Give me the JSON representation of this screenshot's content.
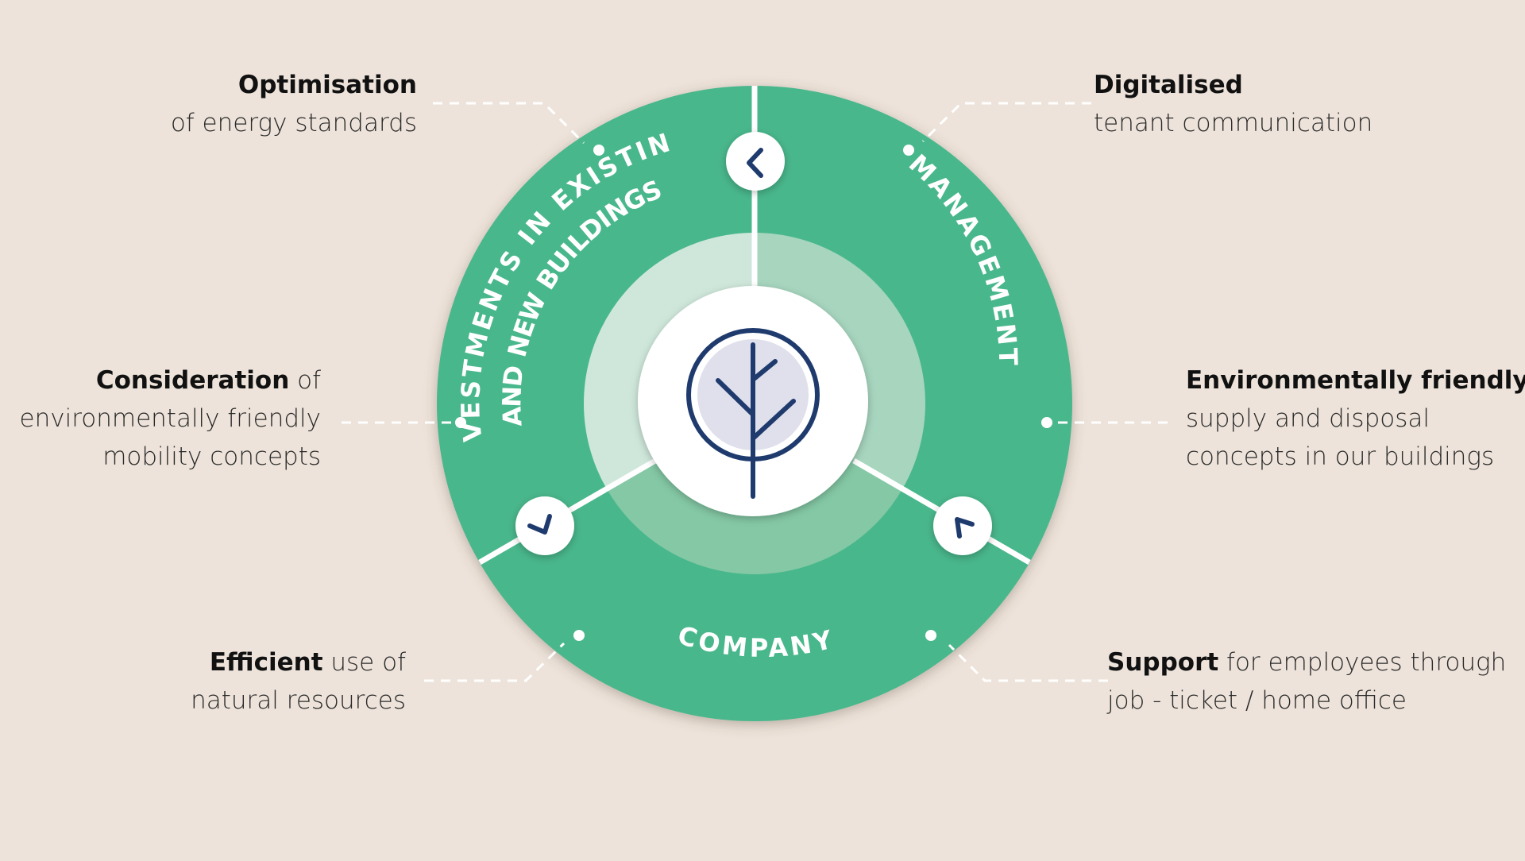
{
  "segments": {
    "investments_line1": "INVESTMENTS IN EXISTING",
    "investments_line2": "AND NEW BUILDINGS",
    "management": "MANAGEMENT",
    "company": "COMPANY"
  },
  "labels": {
    "optimisation": {
      "bold": "Optimisation",
      "line2": "of energy standards"
    },
    "consideration": {
      "bold": "Consideration",
      "rest1": " of",
      "line2": "environmentally friendly",
      "line3": "mobility concepts"
    },
    "efficient": {
      "bold": "Efficient",
      "rest1": " use of",
      "line2": "natural resources"
    },
    "digitalised": {
      "bold": "Digitalised",
      "line2": "tenant communication"
    },
    "environmentally": {
      "bold": "Environmentally friendly",
      "line2": "supply and disposal",
      "line3": "concepts in our buildings"
    },
    "support": {
      "bold": "Support",
      "rest1": " for employees through",
      "line2": "job - ticket / home office"
    }
  },
  "colors": {
    "background": "#ede3da",
    "ring_green": "#48b78c",
    "inner_light": "#cfe7db",
    "inner_mid": "#a7d5be",
    "inner_dark": "#84c8a5",
    "navy": "#1f3b6e",
    "tree_fill": "#e0e0ec"
  },
  "icons": {
    "center": "tree-icon",
    "connector": "chevron-icon"
  }
}
